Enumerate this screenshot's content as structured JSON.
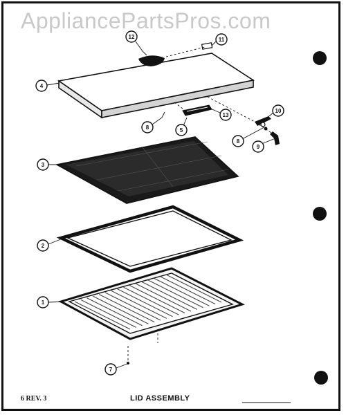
{
  "watermark": "AppliancePartsPros.com",
  "footer": {
    "ref": "6 REV. 3",
    "title": "LID ASSEMBLY"
  },
  "callouts": [
    {
      "id": "c12",
      "label": "12"
    },
    {
      "id": "c11",
      "label": "11"
    },
    {
      "id": "c4",
      "label": "4"
    },
    {
      "id": "c13",
      "label": "13"
    },
    {
      "id": "c10",
      "label": "10"
    },
    {
      "id": "c8a",
      "label": "8"
    },
    {
      "id": "c5",
      "label": "5"
    },
    {
      "id": "c8b",
      "label": "8"
    },
    {
      "id": "c9",
      "label": "9"
    },
    {
      "id": "c3",
      "label": "3"
    },
    {
      "id": "c2",
      "label": "2"
    },
    {
      "id": "c1",
      "label": "1"
    },
    {
      "id": "c7",
      "label": "7"
    }
  ]
}
